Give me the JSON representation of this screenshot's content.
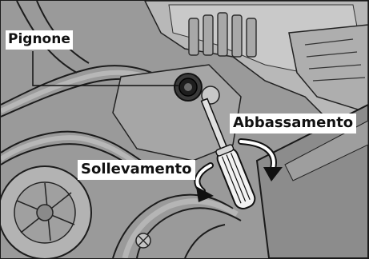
{
  "labels": {
    "pinion": "Pignone",
    "lower": "Abbassamento",
    "raise": "Sollevamento"
  },
  "colors": {
    "label_background": "#ffffff",
    "label_text": "#111111",
    "frame_border": "#1a1a1a"
  },
  "icons": {
    "rotation_arrows": "curved-arrow-icon",
    "tool": "screwdriver-icon"
  }
}
